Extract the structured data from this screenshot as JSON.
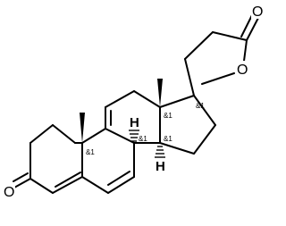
{
  "atoms": {
    "ketone_oxygen": "O",
    "ring_oxygen": "O",
    "lactone_carbonyl_oxygen": "O",
    "h_c8": "H",
    "h_c14": "H"
  },
  "stereo_labels": {
    "c10": "&1",
    "c8": "&1",
    "c14": "&1",
    "c13": "&1",
    "c17": "&1"
  },
  "colors": {
    "bond": "#000000",
    "background": "#ffffff"
  }
}
